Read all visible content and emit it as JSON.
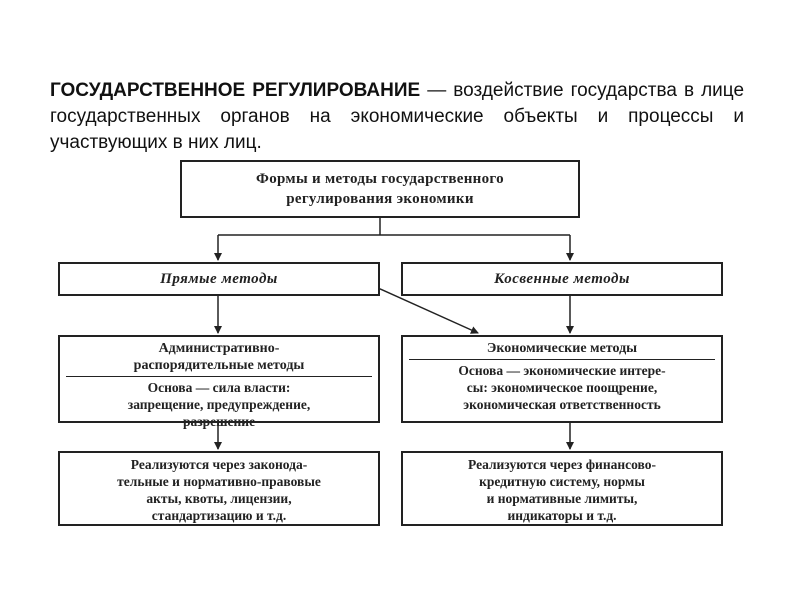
{
  "intro": {
    "term": "ГОСУДАРСТВЕННОЕ РЕГУЛИРОВАНИЕ",
    "definition": " — воздействие государства в лице государственных органов на экономические объекты и процессы и участвующих в них лиц."
  },
  "diagram": {
    "top": "Формы и методы государственного\nрегулирования экономики",
    "direct": "Прямые методы",
    "indirect": "Косвенные методы",
    "admin": {
      "title": "Административно-\nраспорядительные методы",
      "body": "Основа — сила власти:\nзапрещение, предупреждение,\nразрешение"
    },
    "econ": {
      "title": "Экономические методы",
      "body": "Основа — экономические интере-\nсы: экономическое поощрение,\nэкономическая ответственность"
    },
    "real_admin": "Реализуются через законода-\nтельные и нормативно-правовые\nакты, квоты, лицензии,\nстандартизацию и т.д.",
    "real_econ": "Реализуются через финансово-\nкредитную систему, нормы\nи нормативные лимиты,\nиндикаторы и т.д."
  }
}
